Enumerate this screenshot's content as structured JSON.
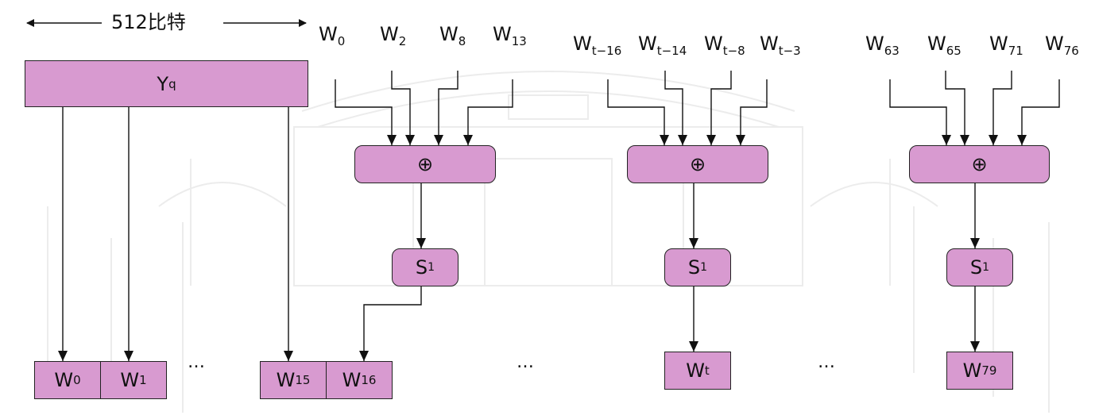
{
  "diagram": {
    "width_label": "512比特",
    "block_label": {
      "base": "Y",
      "sub": "q"
    },
    "xor_symbol": "⊕",
    "s_label": {
      "base": "S",
      "sup": "1"
    },
    "ellipsis": "…",
    "colors": {
      "box_fill": "#d89ad0",
      "stroke": "#222222"
    },
    "groups": [
      {
        "inputs": [
          {
            "base": "W",
            "sub": "0"
          },
          {
            "base": "W",
            "sub": "2"
          },
          {
            "base": "W",
            "sub": "8"
          },
          {
            "base": "W",
            "sub": "13"
          }
        ],
        "output": {
          "base": "W",
          "sub": "16"
        }
      },
      {
        "inputs": [
          {
            "base": "W",
            "sub": "t−16"
          },
          {
            "base": "W",
            "sub": "t−14"
          },
          {
            "base": "W",
            "sub": "t−8"
          },
          {
            "base": "W",
            "sub": "t−3"
          }
        ],
        "output": {
          "base": "W",
          "sub": "t"
        }
      },
      {
        "inputs": [
          {
            "base": "W",
            "sub": "63"
          },
          {
            "base": "W",
            "sub": "65"
          },
          {
            "base": "W",
            "sub": "71"
          },
          {
            "base": "W",
            "sub": "76"
          }
        ],
        "output": {
          "base": "W",
          "sub": "79"
        }
      }
    ],
    "direct_words": [
      {
        "base": "W",
        "sub": "0"
      },
      {
        "base": "W",
        "sub": "1"
      },
      {
        "base": "W",
        "sub": "15"
      }
    ]
  }
}
